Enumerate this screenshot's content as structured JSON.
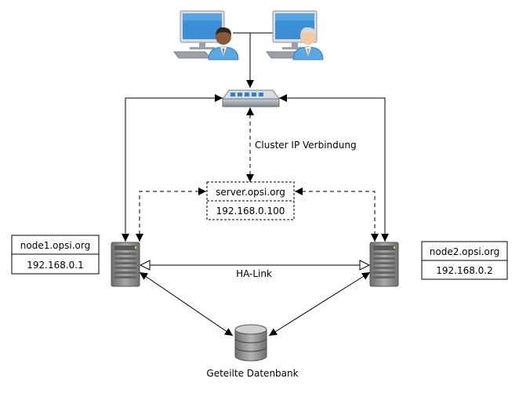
{
  "labels": {
    "cluster_connection": "Cluster IP Verbindung",
    "ha_link": "HA-Link",
    "shared_database": "Geteilte Datenbank"
  },
  "nodes": {
    "virtual_server": {
      "hostname": "server.opsi.org",
      "ip": "192.168.0.100"
    },
    "node1": {
      "hostname": "node1.opsi.org",
      "ip": "192.168.0.1"
    },
    "node2": {
      "hostname": "node2.opsi.org",
      "ip": "192.168.0.2"
    }
  },
  "icons": {
    "client_left": "user-workstation-icon",
    "client_right": "user-workstation-icon",
    "switch": "network-switch-icon",
    "server_left": "server-tower-icon",
    "server_right": "server-tower-icon",
    "database": "database-icon"
  },
  "colors": {
    "monitor_screen": "#3a8fd6",
    "shirt": "#5aa7e3",
    "switch_body": "#9aa3ad",
    "port": "#2f7fd0",
    "server_body": "#8a8a8a",
    "database_body": "#8e8e8e",
    "line": "#000000"
  }
}
